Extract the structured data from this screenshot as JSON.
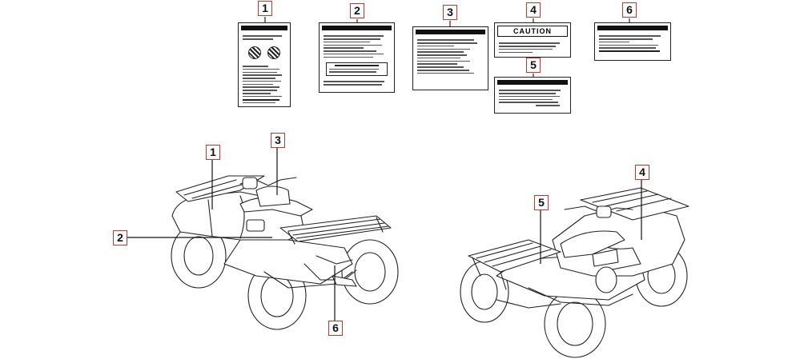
{
  "decals": [
    {
      "number": "1"
    },
    {
      "number": "2"
    },
    {
      "number": "3"
    },
    {
      "number": "4",
      "heading": "CAUTION"
    },
    {
      "number": "5"
    },
    {
      "number": "6"
    }
  ],
  "vehicle_callouts": [
    "1",
    "2",
    "3",
    "6",
    "5",
    "4"
  ],
  "colors": {
    "callout_border": "#c0392b",
    "line": "#222222"
  }
}
